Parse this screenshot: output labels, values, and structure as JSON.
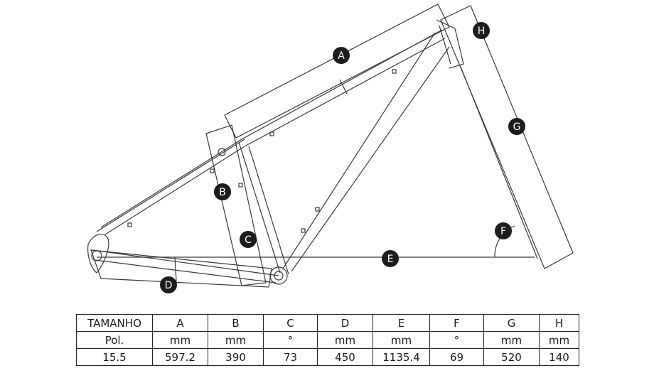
{
  "markers": [
    {
      "letter": "A"
    },
    {
      "letter": "B"
    },
    {
      "letter": "C"
    },
    {
      "letter": "D"
    },
    {
      "letter": "E"
    },
    {
      "letter": "F"
    },
    {
      "letter": "G"
    },
    {
      "letter": "H"
    }
  ],
  "table": {
    "header": [
      "TAMANHO",
      "A",
      "B",
      "C",
      "D",
      "E",
      "F",
      "G",
      "H"
    ],
    "units": [
      "Pol.",
      "mm",
      "mm",
      "°",
      "mm",
      "mm",
      "°",
      "mm",
      "mm"
    ],
    "rows": [
      [
        "15.5",
        "597.2",
        "390",
        "73",
        "450",
        "1135.4",
        "69",
        "520",
        "140"
      ]
    ]
  },
  "colors": {
    "line": "#3a3a3a",
    "marker": "#1c1c1c"
  }
}
